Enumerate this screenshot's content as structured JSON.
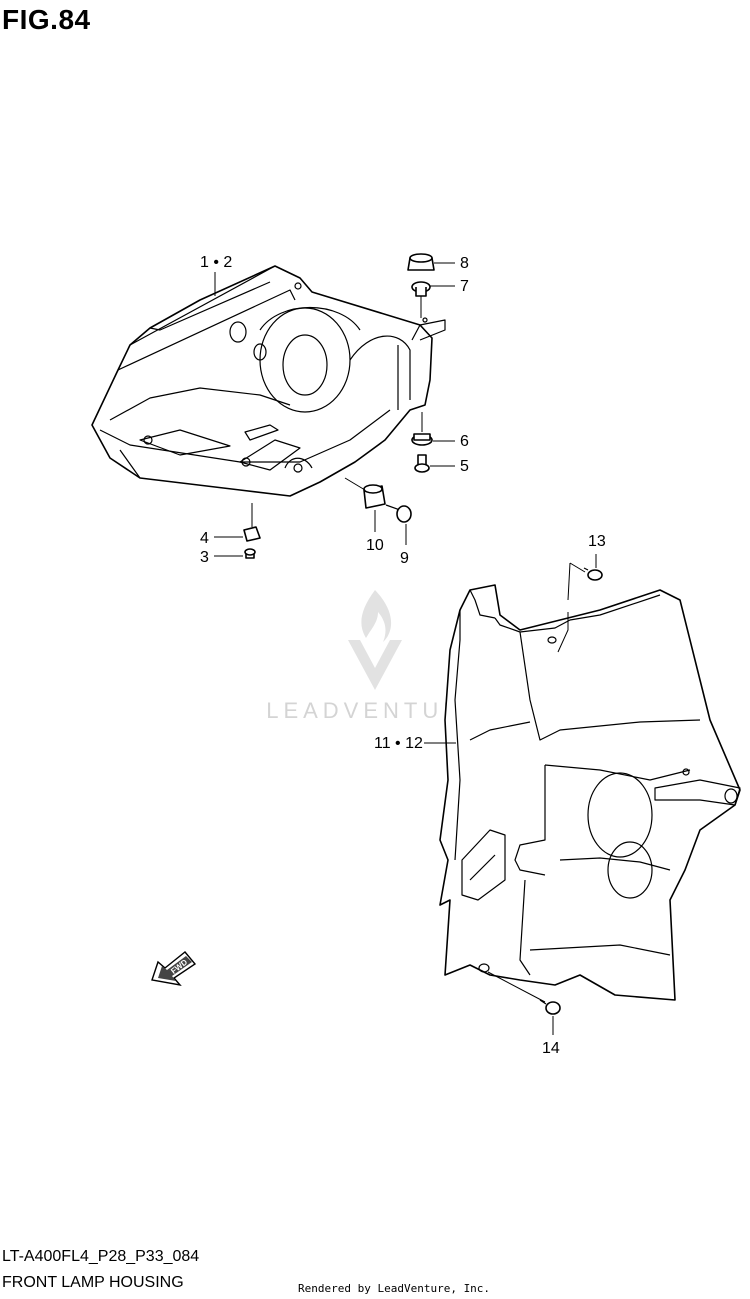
{
  "figure": {
    "title": "FIG.84"
  },
  "callouts": {
    "c1": "1 • 2",
    "c3": "3",
    "c4": "4",
    "c5": "5",
    "c6": "6",
    "c7": "7",
    "c8": "8",
    "c9": "9",
    "c10": "10",
    "c11": "11 • 12",
    "c13": "13",
    "c14": "14"
  },
  "fwd_label": "FWD",
  "watermark": {
    "text": "LEADVENTURE"
  },
  "footer": {
    "model_code": "LT-A400FL4_P28_P33_084",
    "diagram_name": "FRONT LAMP HOUSING",
    "rendered_by": "Rendered by LeadVenture, Inc."
  },
  "colors": {
    "line": "#000000",
    "watermark": "#d4d4d4",
    "background": "#ffffff"
  }
}
